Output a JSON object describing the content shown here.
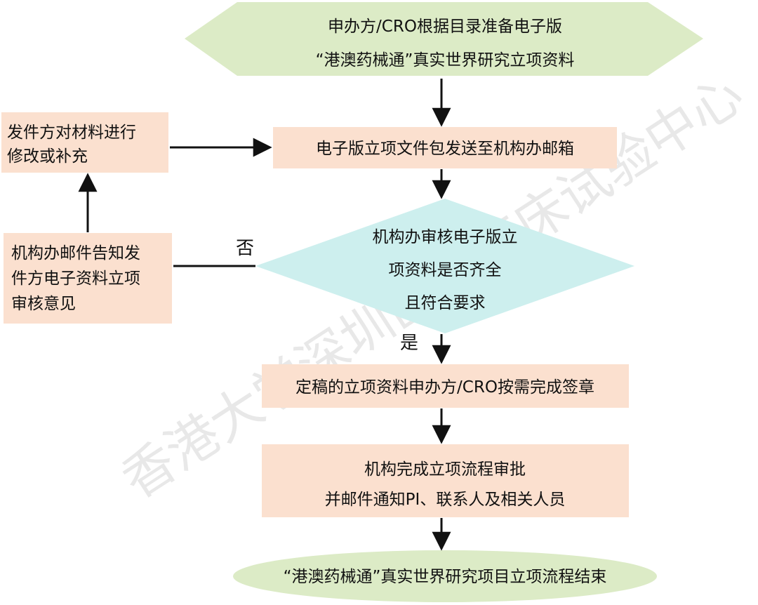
{
  "colors": {
    "start_fill": "#dcebc6",
    "process_fill": "#fbe0cf",
    "decision_fill": "#cdefee",
    "end_fill": "#dcebc6",
    "line": "#111111",
    "text": "#111111"
  },
  "watermark": "香港大学深圳医院临床试验中心",
  "nodes": {
    "start": {
      "line1": "申办方/CRO根据目录准备电子版",
      "line2": "“港澳药械通”真实世界研究立项资料"
    },
    "send_package": {
      "line1": "电子版立项文件包发送至机构办邮箱"
    },
    "review": {
      "line1": "机构办审核电子版立",
      "line2": "项资料是否齐全",
      "line3": "且符合要求"
    },
    "notify_sender": {
      "line1": "机构办邮件告知发",
      "line2": "件方电子资料立项",
      "line3": "审核意见"
    },
    "revise": {
      "line1": "发件方对材料进行",
      "line2": "修改或补充"
    },
    "sign": {
      "line1": "定稿的立项资料申办方/CRO按需完成签章"
    },
    "approve": {
      "line1": "机构完成立项流程审批",
      "line2": "并邮件通知PI、联系人及相关人员"
    },
    "end": {
      "line1": "“港澳药械通”真实世界研究项目立项流程结束"
    }
  },
  "edge_labels": {
    "no": "否",
    "yes": "是"
  }
}
